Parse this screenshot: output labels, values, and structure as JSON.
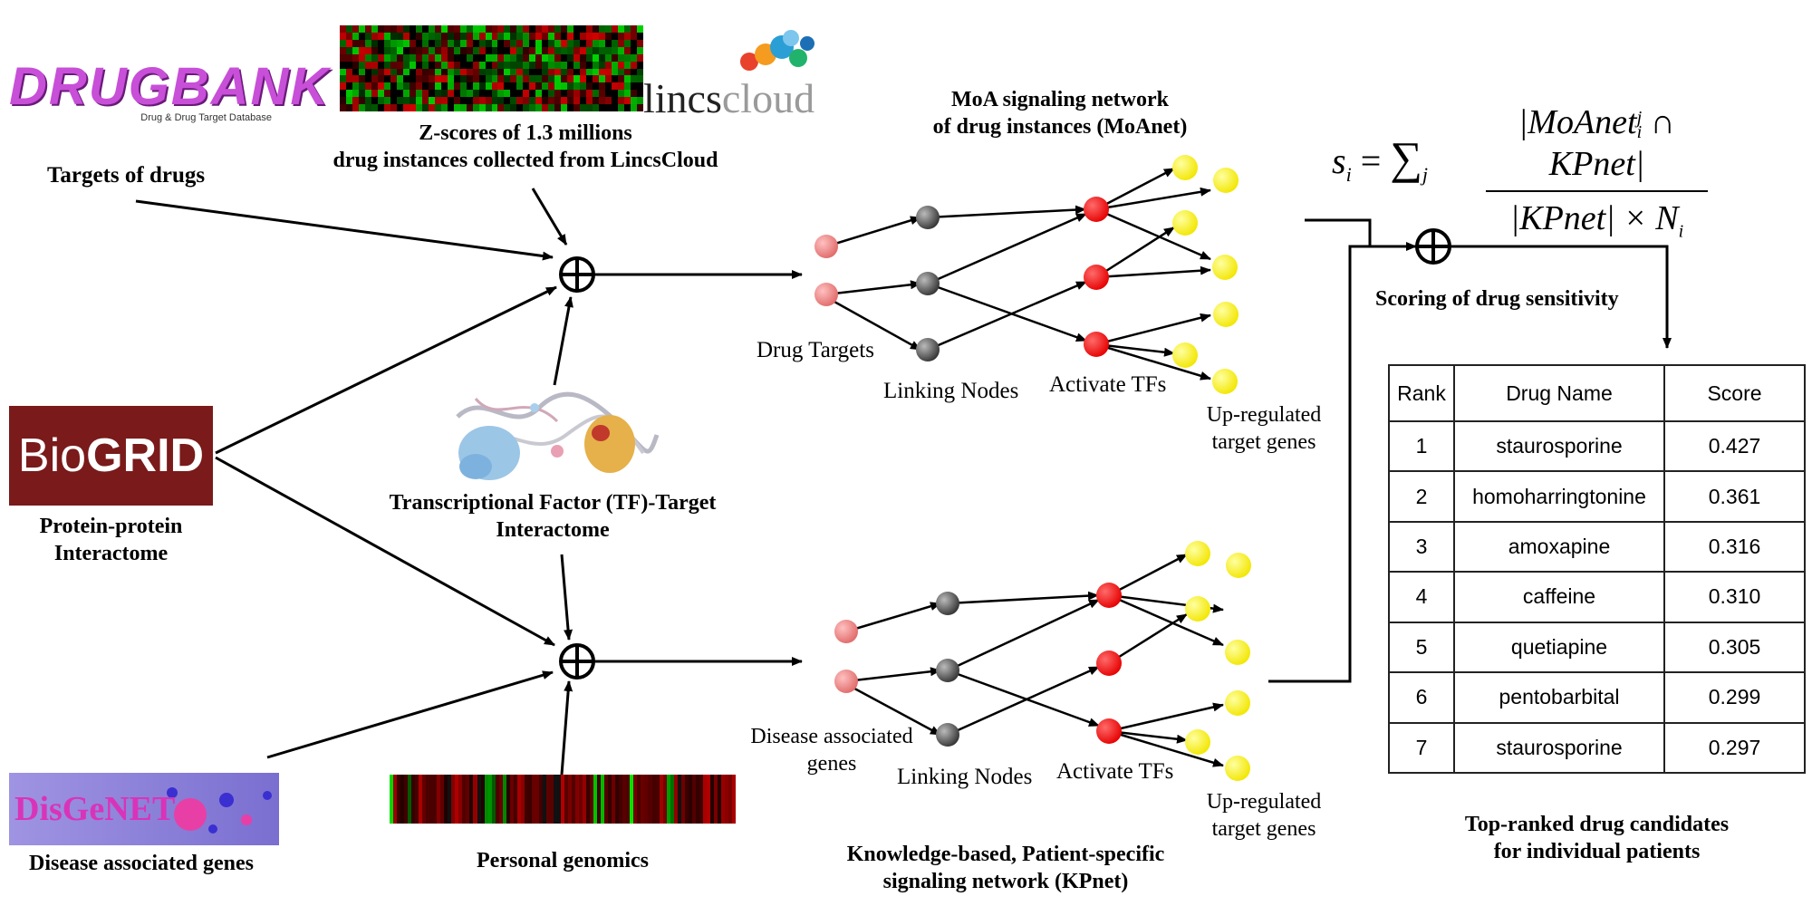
{
  "logos": {
    "drugbank_title": "DRUGBANK",
    "drugbank_subtitle": "Drug & Drug Target Database",
    "lincs_dark": "lincs",
    "lincs_light": "cloud",
    "biogrid_light": "Bio",
    "biogrid_bold": "GRID",
    "disgenet": "DisGeNET"
  },
  "sources": {
    "targets_of_drugs": "Targets of drugs",
    "zscores_line1": "Z-scores of 1.3 millions",
    "zscores_line2": "drug instances collected from LincsCloud",
    "ppi_line1": "Protein-protein",
    "ppi_line2": "Interactome",
    "tf_line1": "Transcriptional Factor (TF)-Target",
    "tf_line2": "Interactome",
    "disease_genes": "Disease associated genes",
    "personal_genomics": "Personal genomics"
  },
  "moanet": {
    "title_line1": "MoA signaling network",
    "title_line2": "of drug instances (MoAnet)",
    "drug_targets": "Drug Targets",
    "linking_nodes": "Linking Nodes",
    "activate_tfs": "Activate TFs",
    "upreg_line1": "Up-regulated",
    "upreg_line2": "target genes"
  },
  "kpnet": {
    "disease_line1": "Disease associated",
    "disease_line2": "genes",
    "linking_nodes": "Linking Nodes",
    "activate_tfs": "Activate TFs",
    "upreg_line1": "Up-regulated",
    "upreg_line2": "target genes",
    "title_line1": "Knowledge-based, Patient-specific",
    "title_line2": "signaling network (KPnet)"
  },
  "scoring": {
    "label": "Scoring of drug sensitivity",
    "formula_lhs": "s",
    "formula_lhs_sub": "i",
    "formula_eq": "=",
    "formula_sum": "∑",
    "formula_sum_sub": "j",
    "numerator": "|MoAnet",
    "numerator_sup": "j",
    "numerator_sub": "i",
    "numerator_rest": " ∩ KPnet|",
    "denominator": "|KPnet| × N",
    "denominator_sub": "i"
  },
  "results": {
    "headers": [
      "Rank",
      "Drug Name",
      "Score"
    ],
    "rows": [
      [
        "1",
        "staurosporine",
        "0.427"
      ],
      [
        "2",
        "homoharringtonine",
        "0.361"
      ],
      [
        "3",
        "amoxapine",
        "0.316"
      ],
      [
        "4",
        "caffeine",
        "0.310"
      ],
      [
        "5",
        "quetiapine",
        "0.305"
      ],
      [
        "6",
        "pentobarbital",
        "0.299"
      ],
      [
        "7",
        "staurosporine",
        "0.297"
      ]
    ],
    "caption_line1": "Top-ranked drug candidates",
    "caption_line2": "for individual patients"
  },
  "colors": {
    "drug_target_node": "#f08080",
    "linking_node": "#555555",
    "tf_node": "#ff1a1a",
    "target_gene_node": "#ffff00",
    "biogrid_bg": "#7a1a1a",
    "drugbank_purple": "#c84fd8",
    "disgenet_bg": "#8a7fd6"
  }
}
